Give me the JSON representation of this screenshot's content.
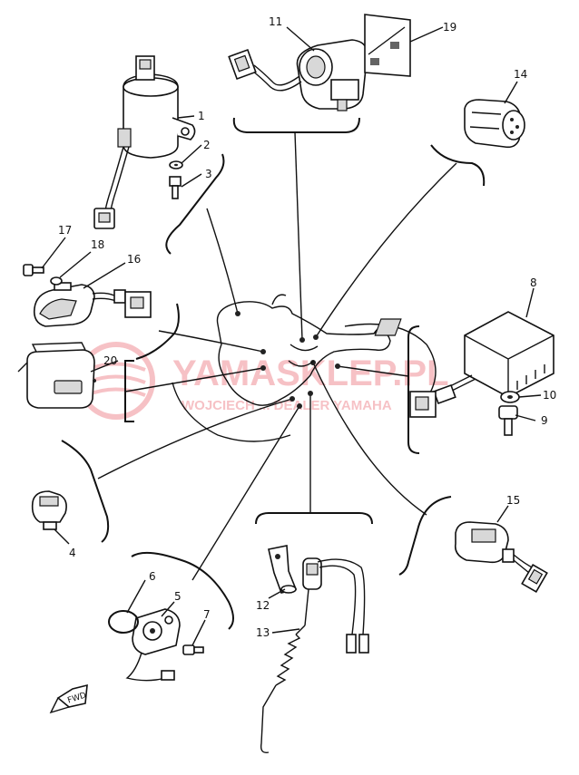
{
  "callouts": {
    "c1": "1",
    "c2": "2",
    "c3": "3",
    "c4": "4",
    "c5": "5",
    "c6": "6",
    "c7": "7",
    "c8": "8",
    "c9": "9",
    "c10": "10",
    "c11": "11",
    "c12": "12",
    "c13": "13",
    "c14": "14",
    "c15": "15",
    "c16": "16",
    "c17": "17",
    "c18": "18",
    "c19": "19",
    "c20": "20"
  },
  "watermark": {
    "main": "YAMASKLEP.PL",
    "sub": "WOJCIECH ... DEALER YAMAHA",
    "color": "#e8505b"
  },
  "fwd_label": "FWD"
}
